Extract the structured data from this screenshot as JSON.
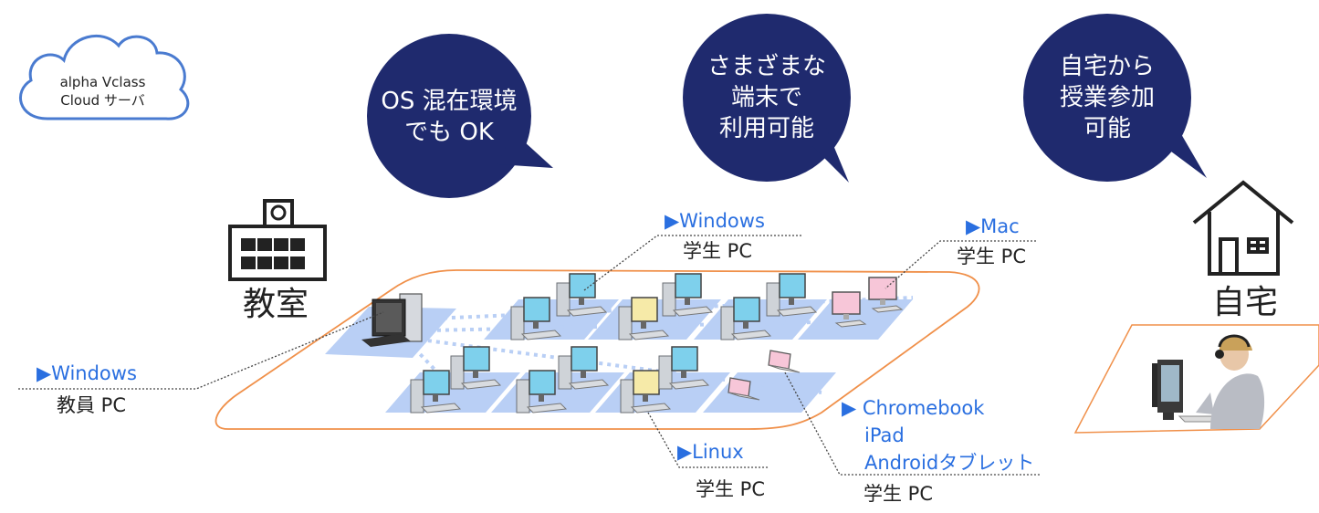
{
  "cloud": {
    "line1": "alpha Vclass",
    "line2": "Cloud サーバ"
  },
  "bubbles": [
    {
      "lines": [
        "OS 混在環境",
        "でも OK"
      ]
    },
    {
      "lines": [
        "さまざまな",
        "端末で",
        "利用可能"
      ]
    },
    {
      "lines": [
        "自宅から",
        "授業参加",
        "可能"
      ]
    }
  ],
  "school_label": "教室",
  "home_label": "自宅",
  "callouts": {
    "teacher": {
      "os": "▶Windows",
      "role": "教員 PC"
    },
    "windows_student": {
      "os": "▶Windows",
      "role": "学生 PC"
    },
    "mac_student": {
      "os": "▶Mac",
      "role": "学生 PC"
    },
    "linux_student": {
      "os": "▶Linux",
      "role": "学生 PC"
    },
    "other_student": {
      "os_lines": [
        "▶ Chromebook",
        "iPad",
        "Androidタブレット"
      ],
      "role": "学生 PC"
    }
  },
  "colors": {
    "bubble": "#1f2a6e",
    "accent_blue": "#2a6fe0",
    "tile": "#b9cff5",
    "outline_orange": "#f0904a",
    "cloud_stroke": "#4a7bd0"
  }
}
